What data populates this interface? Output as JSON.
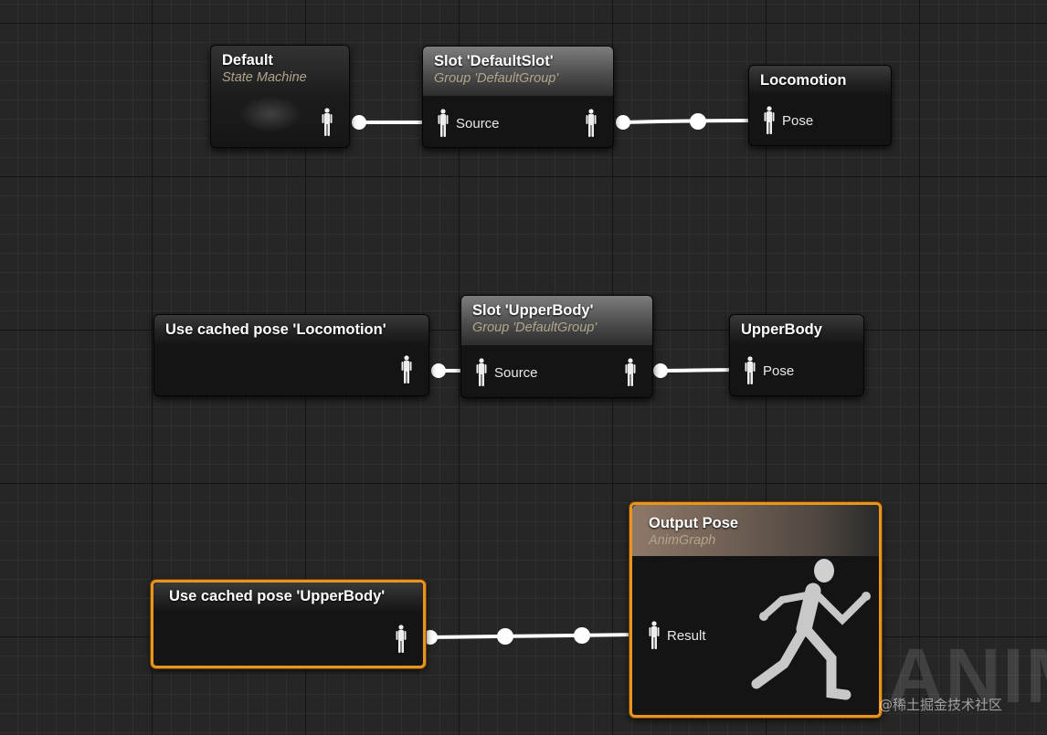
{
  "nodes": {
    "default_state_machine": {
      "title": "Default",
      "subtitle": "State Machine"
    },
    "slot_default": {
      "title": "Slot 'DefaultSlot'",
      "subtitle": "Group 'DefaultGroup'",
      "input_pin": "Source"
    },
    "locomotion": {
      "title": "Locomotion",
      "input_pin": "Pose"
    },
    "cached_locomotion": {
      "title": "Use cached pose 'Locomotion'"
    },
    "slot_upperbody": {
      "title": "Slot 'UpperBody'",
      "subtitle": "Group 'DefaultGroup'",
      "input_pin": "Source"
    },
    "upperbody": {
      "title": "UpperBody",
      "input_pin": "Pose"
    },
    "cached_upperbody": {
      "title": "Use cached pose 'UpperBody'"
    },
    "output_pose": {
      "title": "Output Pose",
      "subtitle": "AnimGraph",
      "input_pin": "Result"
    }
  },
  "watermark": {
    "big": "ANIM",
    "small": "@稀土掘金技术社区"
  },
  "colors": {
    "selection": "#e8951f",
    "wire": "#ffffff",
    "background": "#262626",
    "node_body": "#141414"
  },
  "icons": {
    "pose_pin": "person-figure-icon",
    "preview": "mannequin-icon"
  }
}
